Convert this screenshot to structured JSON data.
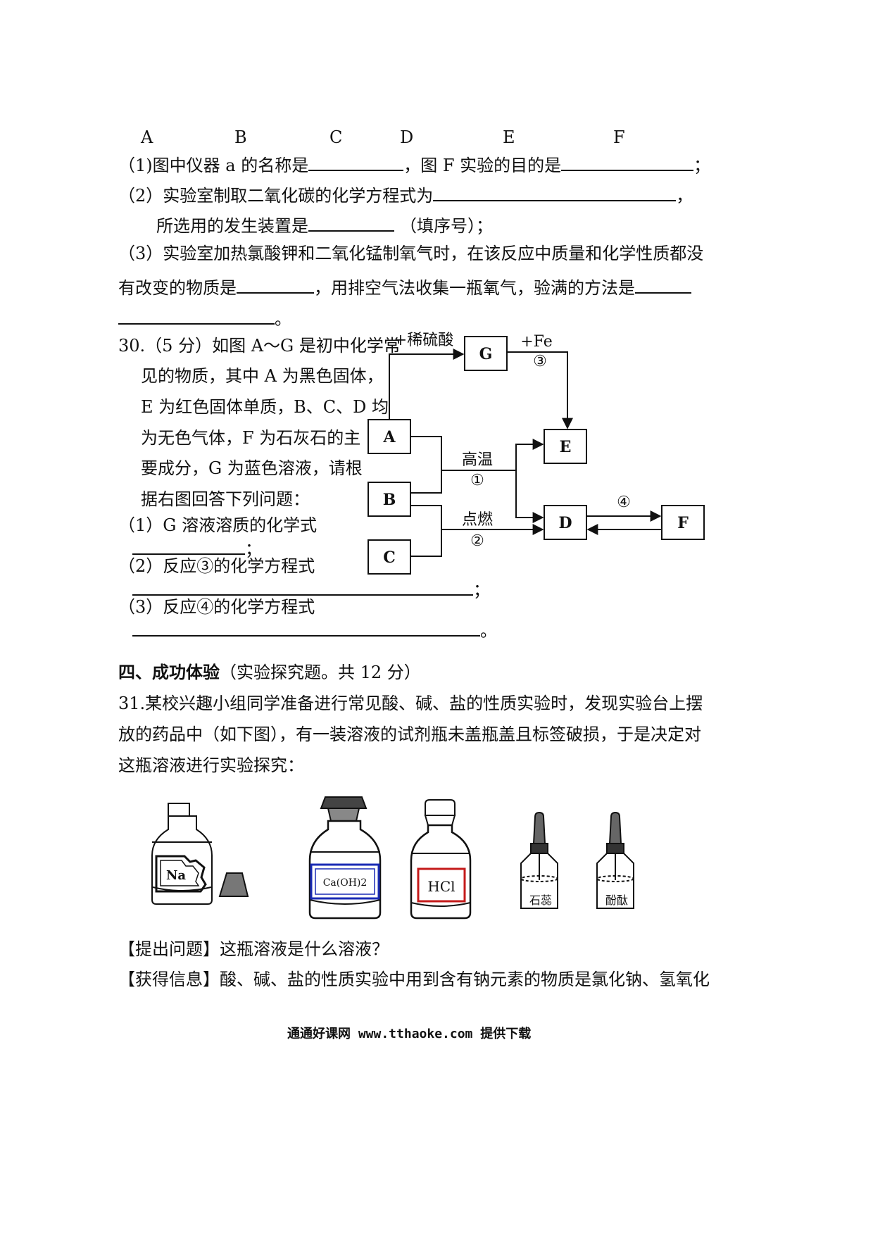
{
  "fig_labels": [
    "A",
    "B",
    "C",
    "D",
    "E",
    "F"
  ],
  "q29": {
    "p1_a": "（1)图中仪器 a 的名称是",
    "p1_b": "，图 F 实验的目的是",
    "p1_c": "；",
    "p2_a": "（2）实验室制取二氧化碳的化学方程式为",
    "p2_b": "，",
    "p2_c": "所选用的发生装置是",
    "p2_d": "（填序号）；",
    "p3_a": "（3）实验室加热氯酸钾和二氧化锰制氧气时，在该反应中质量和化学性质都没",
    "p3_b": "有改变的物质是",
    "p3_c": "，用排空气法收集一瓶氧气，验满的方法是",
    "p3_d": "。"
  },
  "q30": {
    "lines": [
      "30.（5 分）如图 A～G 是初中化学常",
      "见的物质，其中 A 为黑色固体，",
      "E 为红色固体单质，B、C、D 均",
      "为无色气体，F 为石灰石的主",
      "要成分，G 为蓝色溶液，请根",
      "据右图回答下列问题："
    ],
    "s1": "（1）G 溶液溶质的化学式",
    "s1_end": "；",
    "s2": "（2）反应③的化学方程式",
    "s2_end": "；",
    "s3": "（3）反应④的化学方程式",
    "s3_end": "。",
    "diagram": {
      "nodes": {
        "A": "A",
        "B": "B",
        "C": "C",
        "D": "D",
        "E": "E",
        "F": "F",
        "G": "G"
      },
      "label_acid": "+稀硫酸",
      "label_fe": "+Fe",
      "num3": "③",
      "label_high_temp": "高温",
      "num1": "①",
      "label_ignite": "点燃",
      "num2": "②",
      "num4": "④"
    }
  },
  "section4": {
    "title": "四、成功体验",
    "subtitle": "（实验探究题。共 12 分）"
  },
  "q31": {
    "lines": [
      "31.某校兴趣小组同学准备进行常见酸、碱、盐的性质实验时，发现实验台上摆",
      "放的药品中（如下图），有一装溶液的试剂瓶未盖瓶盖且标签破损，于是决定对",
      "这瓶溶液进行实验探究："
    ],
    "bottles": {
      "na": "Na",
      "caoh": "Ca(OH)2",
      "hcl": "HCl",
      "litmus": "石蕊",
      "phenol": "酚酞"
    },
    "q_head": "【提出问题】",
    "q_text": "这瓶溶液是什么溶液？",
    "info_head": "【获得信息】",
    "info_text": "酸、碱、盐的性质实验中用到含有钠元素的物质是氯化钠、氢氧化"
  },
  "footer": "通通好课网 www.tthaoke.com 提供下载"
}
